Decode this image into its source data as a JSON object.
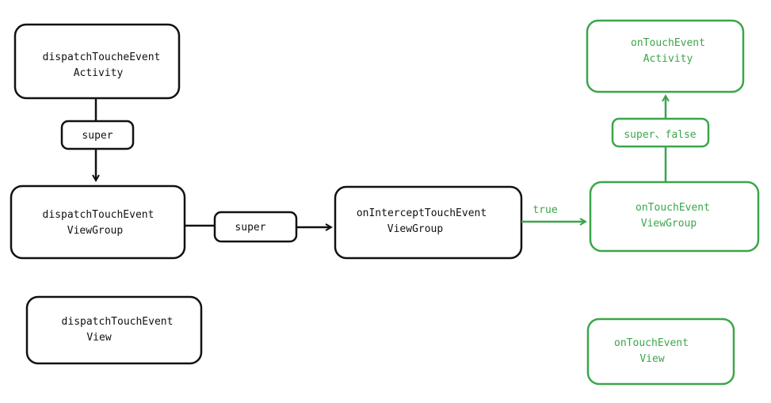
{
  "colors": {
    "black": "#111111",
    "green": "#3aa64a",
    "background": "#ffffff"
  },
  "nodes": {
    "dispatch_activity": {
      "line1": "dispatchToucheEvent",
      "line2": "Activity"
    },
    "dispatch_viewgroup": {
      "line1": "dispatchTouchEvent",
      "line2": "ViewGroup"
    },
    "dispatch_view": {
      "line1": "dispatchTouchEvent",
      "line2": "View"
    },
    "intercept_viewgroup": {
      "line1": "onInterceptTouchEvent",
      "line2": "ViewGroup"
    },
    "ontouch_activity": {
      "line1": "onTouchEvent",
      "line2": "Activity"
    },
    "ontouch_viewgroup": {
      "line1": "onTouchEvent",
      "line2": "ViewGroup"
    },
    "ontouch_view": {
      "line1": "onTouchEvent",
      "line2": "View"
    }
  },
  "edges": {
    "activity_to_viewgroup": {
      "label": "super"
    },
    "viewgroup_to_intercept": {
      "label": "super"
    },
    "intercept_to_ontouch": {
      "label": "true"
    },
    "ontouch_viewgroup_to_activity": {
      "label": "super、false"
    }
  }
}
